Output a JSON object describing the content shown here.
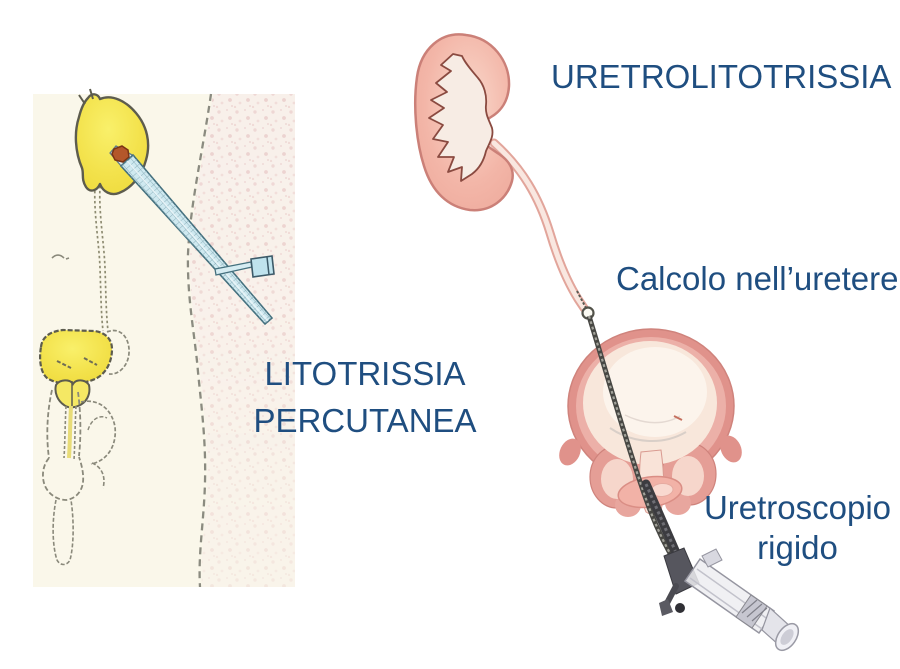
{
  "labels": {
    "left_procedure": {
      "line1": "LITOTRISSIA",
      "line2": "PERCUTANEA"
    },
    "right_procedure": "URETROLITOTRISSIA",
    "ureter_stone": "Calcolo nell’uretere",
    "rigid_ureteroscope": {
      "line1": "Uretroscopio",
      "line2": "rigido"
    }
  },
  "colors": {
    "label_blue": "#1F4E80",
    "background_white": "#FFFFFF",
    "panel_cream": "#FAF7EA",
    "skin_stipple_pink": "#EDD6D3",
    "organ_yellow": "#F2E14C",
    "stone_rust": "#B4572A",
    "nephroscope_blue": "#CFE9F0",
    "kidney_pink": "#F3B6A8",
    "kidney_outline": "#CB8078",
    "bladder_rim_pink": "#E0928B",
    "ureter_pink": "#E2A59B",
    "scope_dark_gray": "#474743",
    "instrument_gray": "#EDEDF1"
  }
}
